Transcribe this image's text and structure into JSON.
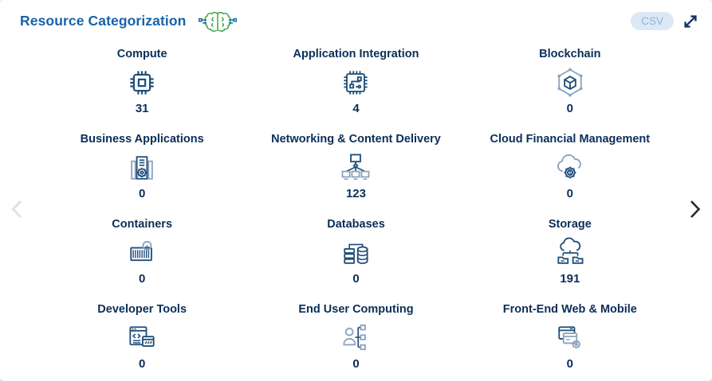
{
  "header": {
    "title": "Resource Categorization",
    "title_icon": "ai-brain-icon",
    "csv_button_label": "CSV",
    "expand_icon": "expand-icon"
  },
  "carousel": {
    "prev_icon": "chevron-left-icon",
    "next_icon": "chevron-right-icon",
    "prev_enabled": false,
    "next_enabled": true
  },
  "colors": {
    "title_blue": "#1763A8",
    "label_navy": "#0B2E59",
    "icon_stroke": "#1F4E79",
    "icon_secondary": "#8AA4BF",
    "csv_bg": "#DCE8F5",
    "csv_text": "#8FB4D9",
    "chevron_disabled": "#E2E2E2",
    "chevron_enabled": "#2B2B2B",
    "brain_green": "#3DA547"
  },
  "grid": {
    "items": [
      {
        "label": "Compute",
        "count": "31",
        "icon": "compute-icon"
      },
      {
        "label": "Application Integration",
        "count": "4",
        "icon": "application-integration-icon"
      },
      {
        "label": "Blockchain",
        "count": "0",
        "icon": "blockchain-icon"
      },
      {
        "label": "Business Applications",
        "count": "0",
        "icon": "business-applications-icon"
      },
      {
        "label": "Networking & Content Delivery",
        "count": "123",
        "icon": "networking-content-delivery-icon"
      },
      {
        "label": "Cloud Financial Management",
        "count": "0",
        "icon": "cloud-financial-management-icon"
      },
      {
        "label": "Containers",
        "count": "0",
        "icon": "containers-icon"
      },
      {
        "label": "Databases",
        "count": "0",
        "icon": "databases-icon"
      },
      {
        "label": "Storage",
        "count": "191",
        "icon": "storage-icon"
      },
      {
        "label": "Developer Tools",
        "count": "0",
        "icon": "developer-tools-icon"
      },
      {
        "label": "End User Computing",
        "count": "0",
        "icon": "end-user-computing-icon"
      },
      {
        "label": "Front-End Web & Mobile",
        "count": "0",
        "icon": "front-end-web-mobile-icon"
      }
    ]
  }
}
